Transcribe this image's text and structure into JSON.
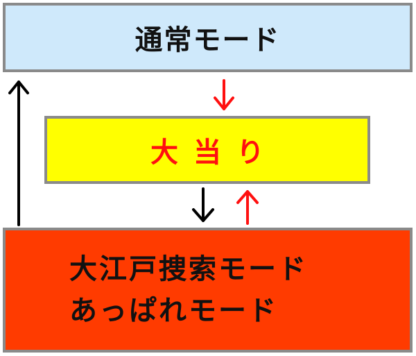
{
  "diagram": {
    "normal_mode": "通常モード",
    "jackpot": "大当り",
    "mode_line_1": "大江戸捜索モード",
    "mode_line_2": "あっぱれモード"
  },
  "colors": {
    "normal_bg": "#cfe9fb",
    "jackpot_bg": "#ffff00",
    "jackpot_text": "#ff1010",
    "mode_bg": "#ff3b00",
    "border": "#8a8a8a",
    "arrow_black": "#000000",
    "arrow_red": "#ff1010"
  },
  "connections": [
    {
      "from": "normal_mode",
      "to": "jackpot",
      "color": "red"
    },
    {
      "from": "jackpot",
      "to": "mode",
      "color": "black"
    },
    {
      "from": "mode",
      "to": "jackpot",
      "color": "red"
    },
    {
      "from": "mode",
      "to": "normal_mode",
      "color": "black"
    }
  ]
}
